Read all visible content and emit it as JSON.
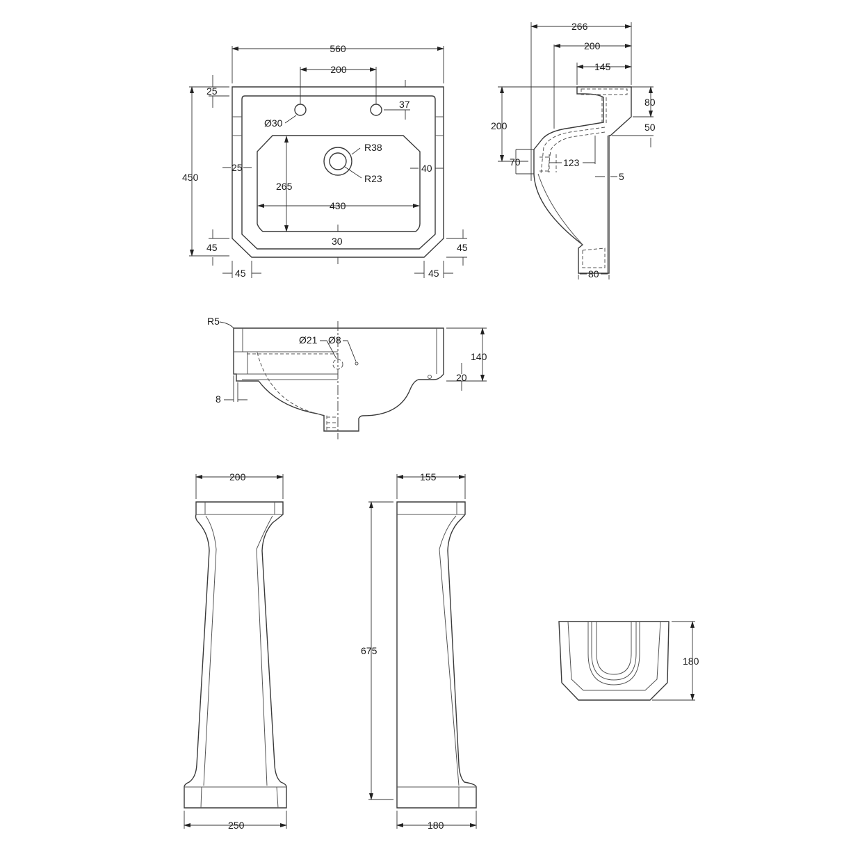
{
  "drawing": {
    "units": "mm",
    "line_color": "#3a3a3a",
    "background": "#ffffff"
  },
  "views": {
    "basin_plan": {
      "overall_width": "560",
      "tap_hole_spacing": "200",
      "overall_depth": "450",
      "top_rim": "25",
      "tap_hole_offset": "37",
      "tap_hole_dia": "Ø30",
      "waste_outer_radius": "R38",
      "waste_inner_radius": "R23",
      "left_rim": "25",
      "right_rim": "40",
      "bowl_depth": "265",
      "bowl_width": "430",
      "front_rim": "30",
      "chamfer_left_v": "45",
      "chamfer_right_v": "45",
      "chamfer_left_h": "45",
      "chamfer_right_h": "45"
    },
    "basin_side": {
      "overall_depth": "266",
      "depth_200": "200",
      "depth_145": "145",
      "height_200": "200",
      "height_80": "80",
      "height_50": "50",
      "overflow_70": "70",
      "overflow_123": "123",
      "wall_gap": "5",
      "bracket_width": "80"
    },
    "basin_front_section": {
      "corner_radius": "R5",
      "overflow_dia": "Ø21",
      "small_hole_dia": "Ø8",
      "height": "140",
      "lip": "20",
      "edge_offset": "8"
    },
    "pedestal_front": {
      "top_width": "200",
      "base_width": "250"
    },
    "pedestal_side": {
      "top_depth": "155",
      "height": "675",
      "base_depth": "180"
    },
    "semi_pedestal": {
      "height": "180"
    }
  }
}
